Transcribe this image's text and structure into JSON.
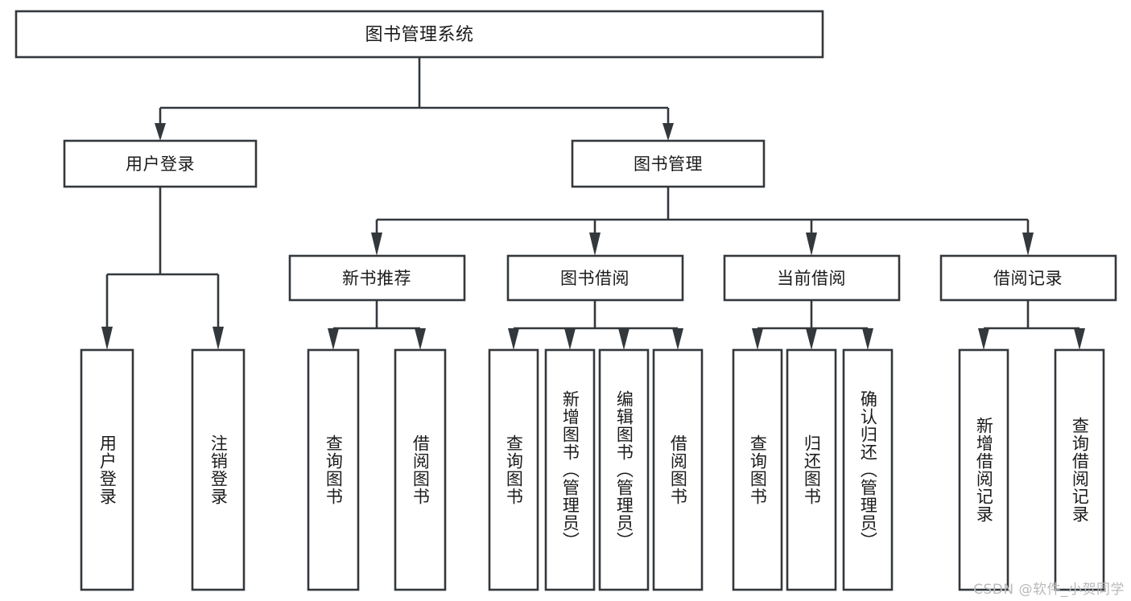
{
  "diagram": {
    "type": "hierarchy-tree",
    "title": "图书管理系统",
    "root": {
      "label": "图书管理系统",
      "id": "root"
    },
    "level2": [
      {
        "id": "user-login",
        "label": "用户登录"
      },
      {
        "id": "book-manage",
        "label": "图书管理"
      }
    ],
    "level3": [
      {
        "id": "new-book-rec",
        "label": "新书推荐"
      },
      {
        "id": "book-borrow",
        "label": "图书借阅"
      },
      {
        "id": "current-borrow",
        "label": "当前借阅"
      },
      {
        "id": "borrow-record",
        "label": "借阅记录"
      }
    ],
    "leaves": {
      "user-login": [
        {
          "id": "leaf-user-login",
          "label": "用户登录"
        },
        {
          "id": "leaf-user-logout",
          "label": "注销登录"
        }
      ],
      "new-book-rec": [
        {
          "id": "leaf-query-book-1",
          "label": "查询图书"
        },
        {
          "id": "leaf-borrow-book-1",
          "label": "借阅图书"
        }
      ],
      "book-borrow": [
        {
          "id": "leaf-query-book-2",
          "label": "查询图书"
        },
        {
          "id": "leaf-add-book",
          "label": "新增图书（管理员）"
        },
        {
          "id": "leaf-edit-book",
          "label": "编辑图书（管理员）"
        },
        {
          "id": "leaf-borrow-book-2",
          "label": "借阅图书"
        }
      ],
      "current-borrow": [
        {
          "id": "leaf-query-book-3",
          "label": "查询图书"
        },
        {
          "id": "leaf-return-book",
          "label": "归还图书"
        },
        {
          "id": "leaf-confirm-return",
          "label": "确认归还（管理员）"
        }
      ],
      "borrow-record": [
        {
          "id": "leaf-add-record",
          "label": "新增借阅记录"
        },
        {
          "id": "leaf-query-record",
          "label": "查询借阅记录"
        }
      ]
    },
    "colors": {
      "stroke": "#33383d",
      "box_fill": "#ffffff",
      "text": "#1b1b1b",
      "background": "#ffffff",
      "watermark": "#b9b9b9"
    }
  },
  "watermark": {
    "text": "CSDN @软件_小贺同学"
  }
}
